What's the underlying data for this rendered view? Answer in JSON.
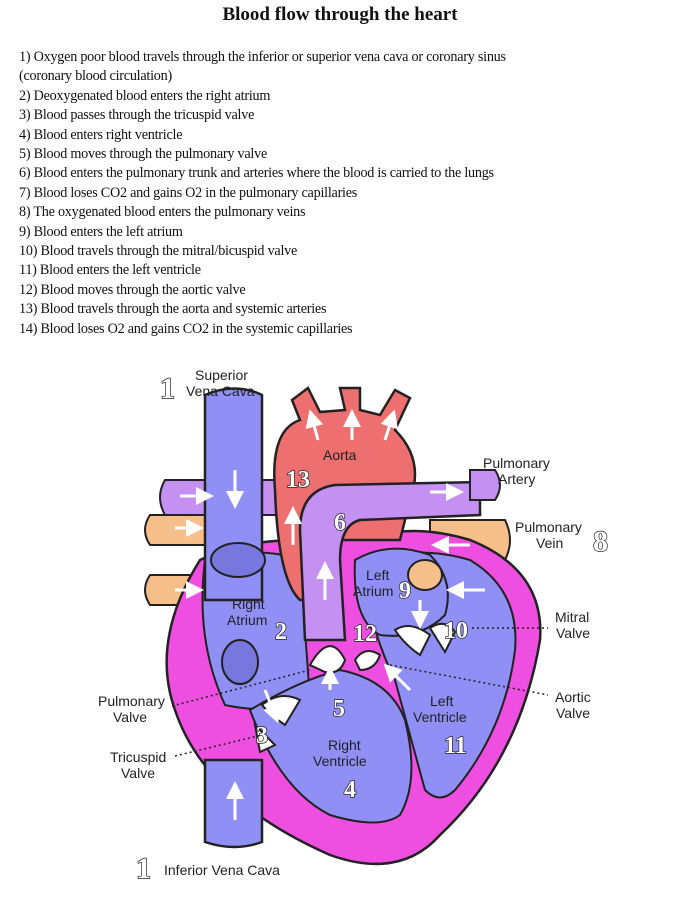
{
  "title": "Blood flow through the heart",
  "steps": [
    "1) Oxygen poor blood travels through the inferior or superior vena cava or coronary sinus",
    "(coronary blood circulation)",
    "2) Deoxygenated blood enters the right atrium",
    "3) Blood passes through the tricuspid valve",
    "4) Blood enters right ventricle",
    "5) Blood moves through the pulmonary valve",
    "6) Blood enters the pulmonary trunk and arteries where the blood is carried to the lungs",
    "7) Blood loses CO2 and gains O2 in the pulmonary capillaries",
    "8) The oxygenated blood enters the pulmonary veins",
    "9) Blood enters the left atrium",
    "10) Blood travels through the mitral/bicuspid valve",
    "11) Blood enters the left ventricle",
    "12) Blood moves through the aortic valve",
    "13) Blood travels through the aorta and systemic arteries",
    "14) Blood loses O2 and gains CO2 in the systemic capillaries"
  ],
  "labels": {
    "superior_1": "Superior",
    "superior_2": "Vena Cava",
    "aorta": "Aorta",
    "pulm_artery_1": "Pulmonary",
    "pulm_artery_2": "Artery",
    "pulm_vein_1": "Pulmonary",
    "pulm_vein_2": "Vein",
    "left_atrium_1": "Left",
    "left_atrium_2": "Atrium",
    "right_atrium_1": "Right",
    "right_atrium_2": "Atrium",
    "mitral_1": "Mitral",
    "mitral_2": "Valve",
    "aortic_1": "Aortic",
    "aortic_2": "Valve",
    "pulm_valve_1": "Pulmonary",
    "pulm_valve_2": "Valve",
    "left_ventricle_1": "Left",
    "left_ventricle_2": "Ventricle",
    "right_ventricle_1": "Right",
    "right_ventricle_2": "Ventricle",
    "tricuspid_1": "Tricuspid",
    "tricuspid_2": "Valve",
    "inferior": "Inferior Vena Cava"
  },
  "numbers": {
    "n1_top": "1",
    "n13": "13",
    "n6": "6",
    "n8": "8",
    "n9": "9",
    "n2": "2",
    "n12": "12",
    "n10": "10",
    "n5": "5",
    "n3": "3",
    "n11": "11",
    "n4": "4",
    "n1_bottom": "1"
  },
  "colors": {
    "deoxygenated": "#8f8ff5",
    "oxygenated": "#ee6f6f",
    "pulmonary_trunk": "#c490f2",
    "pulmonary_vein": "#f6bf8a",
    "myocardium": "#ee4fe0",
    "outline": "#222222"
  }
}
